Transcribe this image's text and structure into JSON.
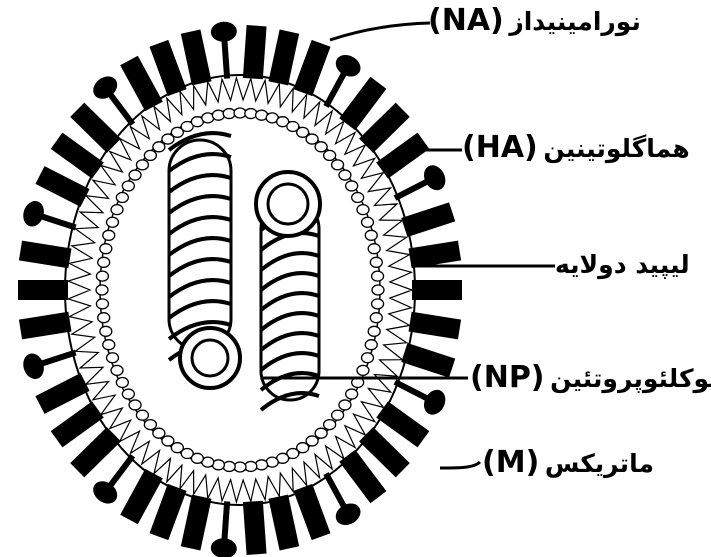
{
  "labels": {
    "na": {
      "abbr": "(NA)",
      "text": "نورامینیداز"
    },
    "ha": {
      "abbr": "(HA)",
      "text": "هماگلوتینین"
    },
    "lipid": {
      "text": "لیپید دولایه"
    },
    "np": {
      "abbr": "(NP)",
      "text": "نوکلئوپروتئین"
    },
    "m": {
      "abbr": "(M)",
      "text": "ماتریکس"
    }
  },
  "colors": {
    "ink": "#000000",
    "paper": "#ffffff"
  }
}
